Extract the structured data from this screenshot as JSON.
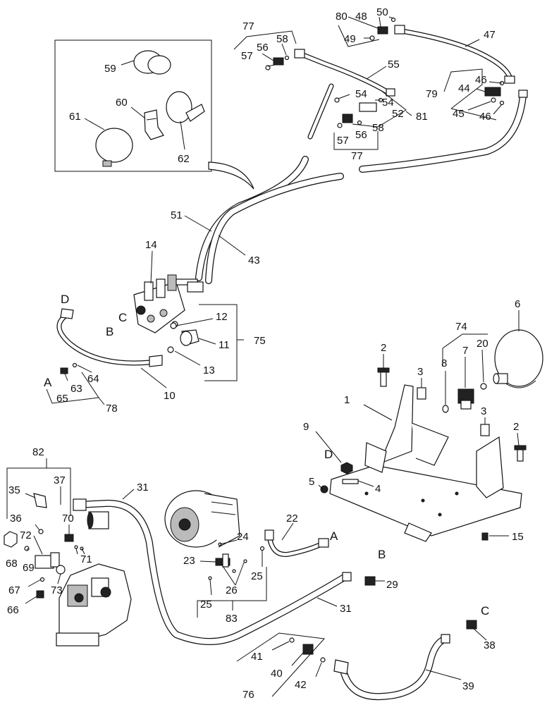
{
  "labels": {
    "l1": "1",
    "l2a": "2",
    "l2b": "2",
    "l3a": "3",
    "l3b": "3",
    "l4": "4",
    "l5": "5",
    "l6": "6",
    "l7": "7",
    "l8": "8",
    "l9": "9",
    "l10": "10",
    "l11": "11",
    "l12": "12",
    "l13": "13",
    "l14": "14",
    "l15": "15",
    "l20": "20",
    "l22": "22",
    "l23": "23",
    "l24": "24",
    "l25a": "25",
    "l25b": "25",
    "l26": "26",
    "l29": "29",
    "l31a": "31",
    "l31b": "31",
    "l35": "35",
    "l36": "36",
    "l37": "37",
    "l38": "38",
    "l39": "39",
    "l40": "40",
    "l41": "41",
    "l42": "42",
    "l43": "43",
    "l44": "44",
    "l45": "45",
    "l46a": "46",
    "l46b": "46",
    "l47": "47",
    "l48": "48",
    "l49": "49",
    "l50": "50",
    "l51": "51",
    "l52": "52",
    "l54a": "54",
    "l54b": "54",
    "l55": "55",
    "l56a": "56",
    "l56b": "56",
    "l57a": "57",
    "l57b": "57",
    "l58a": "58",
    "l58b": "58",
    "l59": "59",
    "l60": "60",
    "l61": "61",
    "l62": "62",
    "l63": "63",
    "l64": "64",
    "l65": "65",
    "l66": "66",
    "l67": "67",
    "l68": "68",
    "l69": "69",
    "l70": "70",
    "l71": "71",
    "l72": "72",
    "l73": "73",
    "l74": "74",
    "l75": "75",
    "l76": "76",
    "l77a": "77",
    "l77b": "77",
    "l78": "78",
    "l79": "79",
    "l80": "80",
    "l81": "81",
    "l82": "82",
    "l83": "83"
  },
  "letters": {
    "a1": "A",
    "a2": "A",
    "b1": "B",
    "b2": "B",
    "c1": "C",
    "c2": "C",
    "d1": "D",
    "d2": "D"
  }
}
